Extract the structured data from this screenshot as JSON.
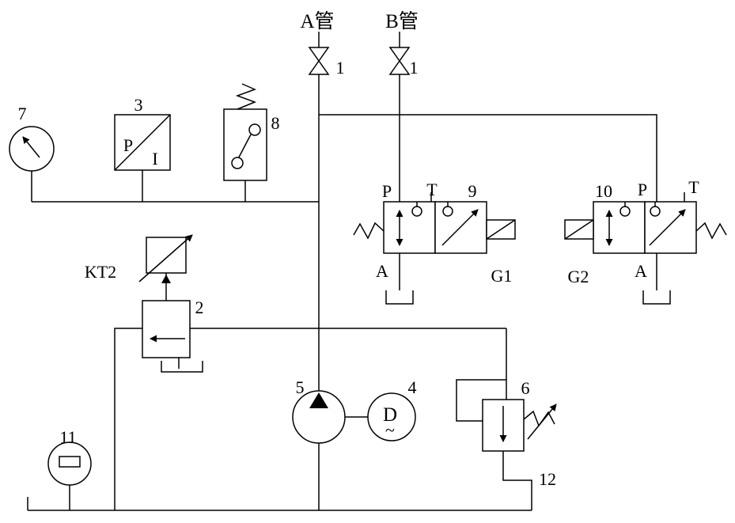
{
  "diagram": {
    "pipes": {
      "a": "A管",
      "b": "B管"
    },
    "components": {
      "shutoff_a": {
        "id": "1"
      },
      "shutoff_b": {
        "id": "1"
      },
      "pressure_gauge": {
        "id": "7"
      },
      "pi_transducer": {
        "id": "3",
        "p": "P",
        "i": "I"
      },
      "pressure_switch": {
        "id": "8"
      },
      "proportional_valve": {
        "id": "2",
        "tag": "KT2"
      },
      "valve_g1": {
        "id": "9",
        "tag": "G1",
        "p": "P",
        "t": "T",
        "a": "A"
      },
      "valve_g2": {
        "id": "10",
        "tag": "G2",
        "p": "P",
        "t": "T",
        "a": "A"
      },
      "pump": {
        "id": "5"
      },
      "motor": {
        "id": "4",
        "letter": "D",
        "wave": "~"
      },
      "relief_valve": {
        "id": "6"
      },
      "level_gauge": {
        "id": "11"
      },
      "drain_line": {
        "id": "12"
      }
    }
  }
}
